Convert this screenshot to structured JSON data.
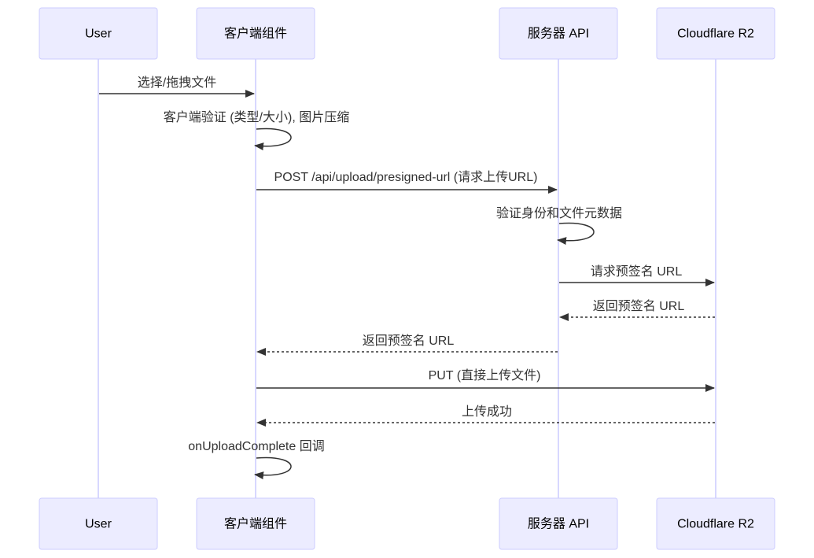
{
  "diagram": {
    "type": "sequence",
    "participants": [
      {
        "id": "user",
        "label": "User"
      },
      {
        "id": "client",
        "label": "客户端组件"
      },
      {
        "id": "server",
        "label": "服务器 API"
      },
      {
        "id": "r2",
        "label": "Cloudflare R2"
      }
    ],
    "messages": [
      {
        "from": "user",
        "to": "client",
        "label": "选择/拖拽文件",
        "style": "solid"
      },
      {
        "from": "client",
        "to": "client",
        "label": "客户端验证 (类型/大小), 图片压缩",
        "style": "solid"
      },
      {
        "from": "client",
        "to": "server",
        "label": "POST /api/upload/presigned-url (请求上传URL)",
        "style": "solid"
      },
      {
        "from": "server",
        "to": "server",
        "label": "验证身份和文件元数据",
        "style": "solid"
      },
      {
        "from": "server",
        "to": "r2",
        "label": "请求预签名 URL",
        "style": "solid"
      },
      {
        "from": "r2",
        "to": "server",
        "label": "返回预签名 URL",
        "style": "dashed"
      },
      {
        "from": "server",
        "to": "client",
        "label": "返回预签名 URL",
        "style": "dashed"
      },
      {
        "from": "client",
        "to": "r2",
        "label": "PUT (直接上传文件)",
        "style": "solid"
      },
      {
        "from": "r2",
        "to": "client",
        "label": "上传成功",
        "style": "dashed"
      },
      {
        "from": "client",
        "to": "client",
        "label": "onUploadComplete 回调",
        "style": "solid"
      }
    ]
  }
}
